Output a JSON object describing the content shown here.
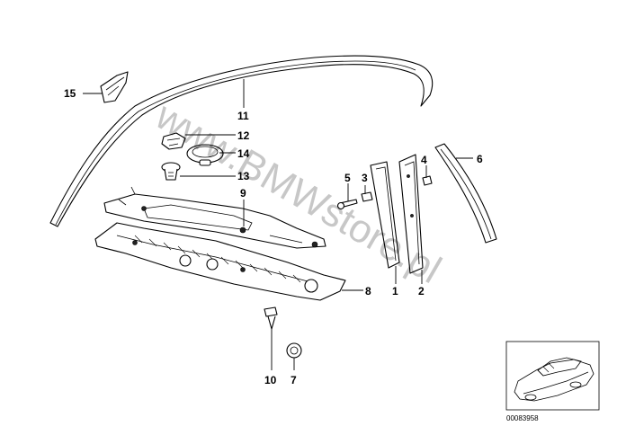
{
  "watermark": "www.BMWstore.pl",
  "reference_code": "00083958",
  "callouts": {
    "p1": "1",
    "p2": "2",
    "p3": "3",
    "p4": "4",
    "p5": "5",
    "p6": "6",
    "p7": "7",
    "p8": "8",
    "p9": "9",
    "p10": "10",
    "p11": "11",
    "p12": "12",
    "p13": "13",
    "p14": "14",
    "p15": "15"
  }
}
